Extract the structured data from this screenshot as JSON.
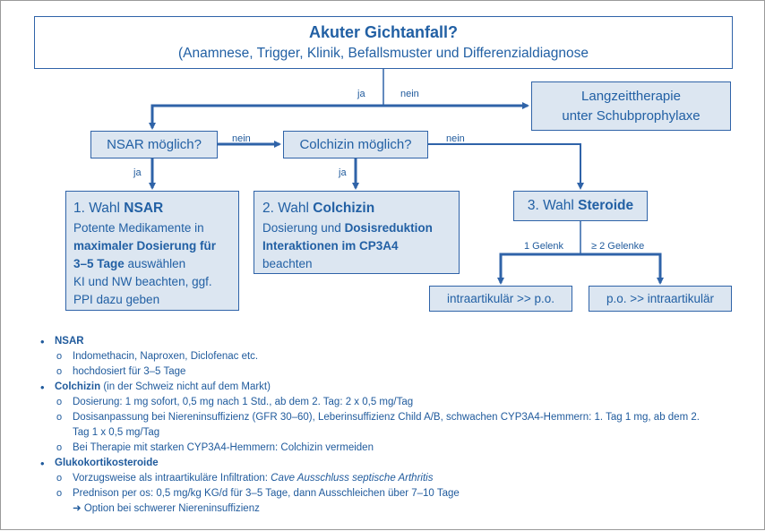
{
  "title": {
    "main": "Akuter Gichtanfall?",
    "sub": "(Anamnese, Trigger, Klinik, Befallsmuster und Differenzialdiagnose"
  },
  "longterm": {
    "line1": "Langzeittherapie",
    "line2": "unter Schubprophylaxe"
  },
  "questions": {
    "nsar": "NSAR möglich?",
    "colchizin": "Colchizin möglich?"
  },
  "edge_labels": {
    "ja_top": "ja",
    "nein_top": "nein",
    "nein_nsar": "nein",
    "ja_nsar": "ja",
    "ja_colch": "ja",
    "nein_colch": "nein",
    "one_joint": "1 Gelenk",
    "two_joints": "≥ 2 Gelenke"
  },
  "choice1": {
    "head_plain": "1. Wahl ",
    "head_bold": "NSAR",
    "line1": "Potente Medikamente in",
    "line2_bold": "maximaler Dosierung für",
    "line3_bold": "3–5 Tage",
    "line3_plain": " auswählen",
    "line4": "KI und NW beachten, ggf.",
    "line5": "PPI dazu geben"
  },
  "choice2": {
    "head_plain": "2. Wahl ",
    "head_bold": "Colchizin",
    "line1_plain": "Dosierung und ",
    "line1_bold": "Dosisreduktion",
    "line2_bold": "Interaktionen im CP3A4",
    "line3": "beachten"
  },
  "choice3": {
    "head_plain": "3. Wahl ",
    "head_bold": "Steroide"
  },
  "routes": {
    "intra": "intraartikulär >> p.o.",
    "po": "p.o. >> intraartikulär"
  },
  "notes": {
    "nsar_head": "NSAR",
    "nsar_1": "Indomethacin, Naproxen, Diclofenac etc.",
    "nsar_2": "hochdosiert für 3–5 Tage",
    "colch_head": "Colchizin",
    "colch_head_rest": " (in der Schweiz nicht auf dem Markt)",
    "colch_1": "Dosierung: 1 mg sofort, 0,5 mg nach 1 Std., ab dem 2. Tag: 2 x 0,5 mg/Tag",
    "colch_2": "Dosisanpassung bei Niereninsuffizienz (GFR 30–60), Leberinsuffizienz Child A/B, schwachen CYP3A4-Hemmern: 1. Tag 1 mg, ab dem 2.",
    "colch_2b": "Tag 1 x 0,5 mg/Tag",
    "colch_3": "Bei Therapie mit starken CYP3A4-Hemmern: Colchizin vermeiden",
    "gluco_head": "Glukokortikosteroide",
    "gluco_1_plain": "Vorzugsweise als intraartikuläre Infiltration: ",
    "gluco_1_italic": "Cave Ausschluss septische Arthritis",
    "gluco_2": "Prednison per os: 0,5 mg/kg KG/d für 3–5 Tage, dann Ausschleichen über 7–10 Tage",
    "gluco_2b": "➜ Option bei schwerer Niereninsuffizienz"
  }
}
